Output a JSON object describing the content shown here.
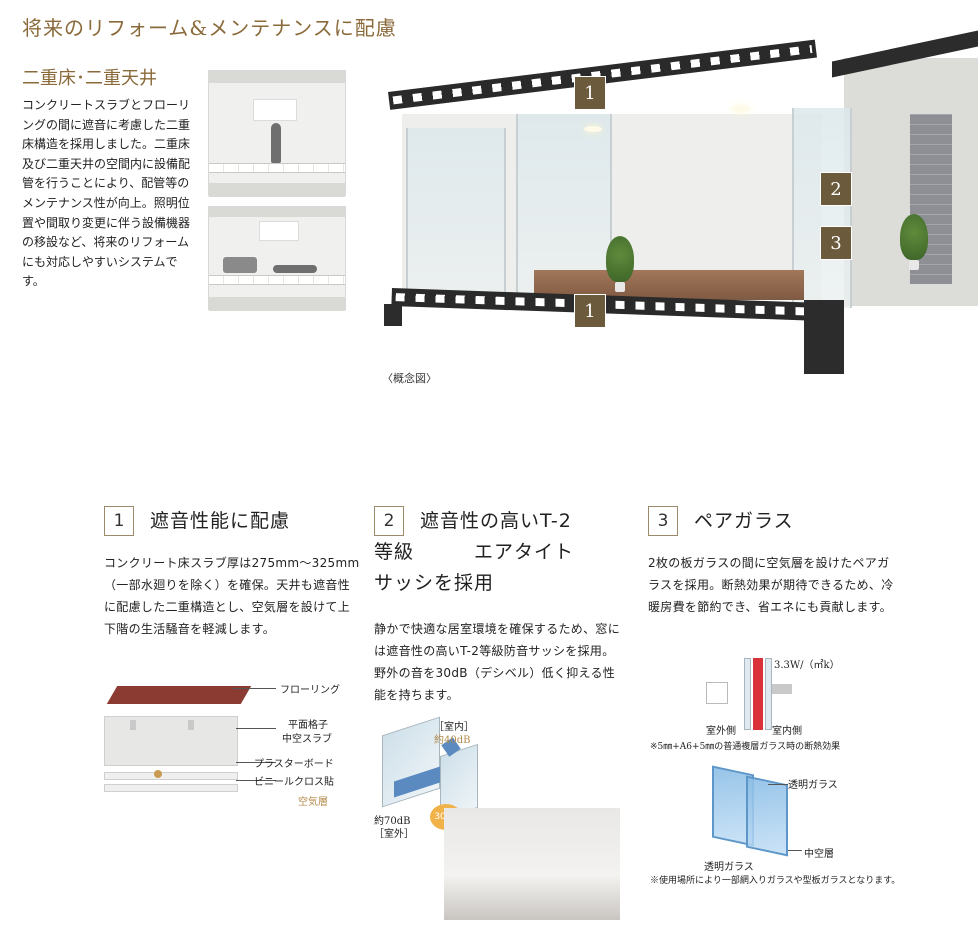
{
  "header": {
    "title": "将来のリフォーム&メンテナンスに配慮"
  },
  "intro": {
    "subtitle": "二重床･二重天井",
    "body": "コンクリートスラブとフローリングの間に遮音に考慮した二重床構造を採用しました。二重床及び二重天井の空間内に設備配管を行うことにより、配管等のメンテナンス性が向上。照明位置や間取り変更に伴う設備機器の移設など、将来のリフォームにも対応しやすいシステムです。"
  },
  "hero": {
    "badges": [
      "1",
      "2",
      "3",
      "1"
    ],
    "caption": "〈概念図〉"
  },
  "features": [
    {
      "number": "1",
      "title": "遮音性能に配慮",
      "body": "コンクリート床スラブ厚は275mm～325mm（一部水廻りを除く）を確保。天井も遮音性に配慮した二重構造とし、空気層を設けて上下階の生活騒音を軽減します。",
      "diagram_labels": [
        "フローリング",
        "平面格子",
        "中空スラブ",
        "プラスターボード",
        "ビニールクロス貼",
        "空気層"
      ]
    },
    {
      "number": "2",
      "title_lines": [
        "遮音性の高いT-2",
        "等級　　　エアタイト",
        "サッシを採用"
      ],
      "body": "静かで快適な居室環境を確保するため、窓には遮音性の高いT-2等級防音サッシを採用。野外の音を30dB（デシベル）低く抑える性能を持ちます。",
      "diagram_labels": {
        "indoor": "［室内］",
        "indoor_db": "約40dB",
        "outdoor_db": "約70dB",
        "outdoor": "［室外］",
        "reduction": "30dB"
      }
    },
    {
      "number": "3",
      "title": "ペアガラス",
      "body": "2枚の板ガラスの間に空気層を設けたペアガラスを採用。断熱効果が期待できるため、冷暖房費を節約でき、省エネにも貢献します。",
      "diagram_labels": {
        "u_value": "3.3W/（㎡k）",
        "outside": "室外側",
        "inside": "室内側",
        "note1": "※5㎜+A6+5㎜の普通複層ガラス時の断熱効果",
        "clear_glass_top": "透明ガラス",
        "air_layer": "中空層",
        "clear_glass_bottom": "透明ガラス",
        "note2": "※使用場所により一部網入りガラスや型板ガラスとなります。"
      }
    }
  ]
}
